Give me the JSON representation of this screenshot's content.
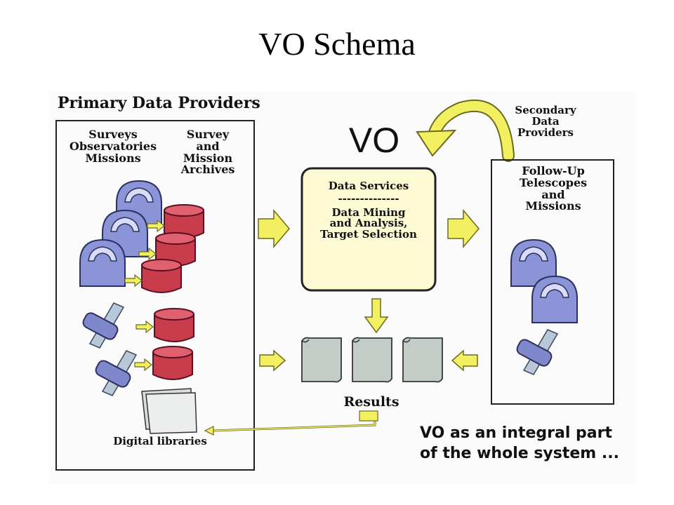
{
  "title": "VO Schema",
  "diagram": {
    "primary_providers": "Primary Data Providers",
    "surveys_observatories_missions": "Surveys\nObservatories\nMissions",
    "survey_mission_archives": "Survey\nand\nMission\nArchives",
    "digital_libraries": "Digital libraries",
    "vo": "VO",
    "vo_box": {
      "data_services": "Data Services",
      "separator": "--------------",
      "data_mining": "Data Mining\nand Analysis,\nTarget Selection"
    },
    "results": "Results",
    "secondary_providers": "Secondary\nData\nProviders",
    "follow_up": "Follow-Up\nTelescopes\nand\nMissions",
    "caption": "VO as an integral part\nof the whole system ..."
  },
  "colors": {
    "archive_red": "#c83c4c",
    "observatory_blue": "#8c94d8",
    "telescope_blue": "#8890d0",
    "arrow_yellow": "#f2f060",
    "vo_box_fill": "#fdfad4",
    "result_page_fill": "#c4ccc8"
  }
}
